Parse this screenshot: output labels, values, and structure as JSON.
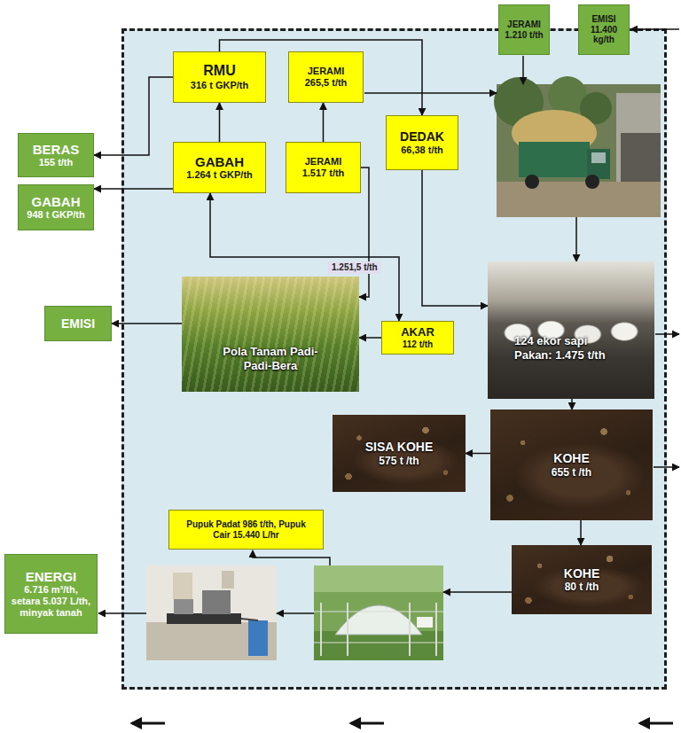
{
  "diagram": {
    "nodes": [
      {
        "text": [
          "JERAMI",
          "1.210 t/th"
        ]
      },
      {
        "text": [
          "EMISI",
          "11.400 kg/th"
        ]
      },
      {
        "text": [
          "RMU",
          "316 t GKP/th"
        ]
      },
      {
        "text": [
          "JERAMI",
          "265,5 t/th"
        ]
      },
      {
        "text": [
          "DEDAK",
          "66,38 t/th"
        ]
      },
      {
        "text": [
          "BERAS",
          "155 t/th"
        ]
      },
      {
        "text": [
          "GABAH",
          "1.264 t GKP/th"
        ]
      },
      {
        "text": [
          "JERAMI",
          "1.517 t/th"
        ]
      },
      {
        "text": [
          "GABAH",
          "948 t GKP/th"
        ]
      },
      {
        "text": [
          "Pola Tanam Padi-Padi-Bera"
        ]
      },
      {
        "text": [
          "EMISI"
        ]
      },
      {
        "text": [
          "AKAR",
          "112 t/th"
        ]
      },
      {
        "text": [
          "124 ekor sapi",
          "Pakan: 1.475 t/th"
        ]
      },
      {
        "text": [
          "SISA KOHE",
          "575 t /th"
        ]
      },
      {
        "text": [
          "KOHE",
          "655 t /th"
        ]
      },
      {
        "text": [
          "Pupuk Padat 986 t/th, Pupuk Cair 15.440 L/hr"
        ]
      },
      {
        "text": [
          "KOHE",
          "80 t /th"
        ]
      },
      {
        "text": [
          "ENERGI",
          "6.716 m³/th, setara 5.037 L/th, minyak tanah"
        ]
      }
    ],
    "edges": [
      {
        "from": 2,
        "to": 4,
        "arrow": "to"
      },
      {
        "from": 2,
        "to": 5,
        "arrow": "to"
      },
      {
        "from": 6,
        "to": 2,
        "arrow": "to"
      },
      {
        "from": 7,
        "to": 3,
        "arrow": "to"
      },
      {
        "from": 6,
        "to": 8,
        "arrow": "to"
      },
      {
        "from": 6,
        "to": 11,
        "arrow": "both"
      },
      {
        "from": 7,
        "to": 9,
        "label": "1.251,5 t/th",
        "arrow": "to"
      },
      {
        "from": 11,
        "to": 9,
        "arrow": "to"
      },
      {
        "from": 9,
        "to": 10,
        "arrow": "to"
      },
      {
        "from": 4,
        "to": 12,
        "arrow": "to"
      },
      {
        "from": 12,
        "to": 14,
        "arrow": "to"
      },
      {
        "from": 14,
        "to": 13,
        "arrow": "to"
      },
      {
        "from": 14,
        "to": 16,
        "arrow": "to"
      }
    ]
  }
}
